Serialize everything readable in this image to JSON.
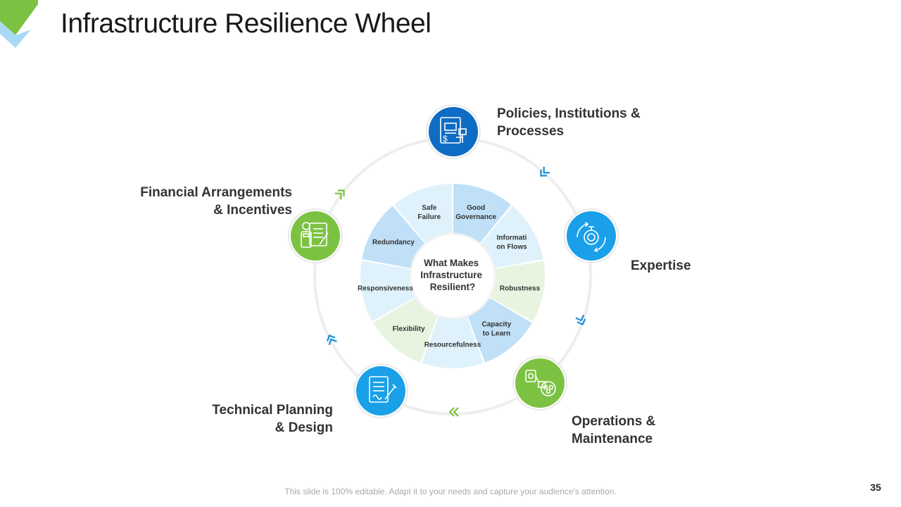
{
  "title": "Infrastructure Resilience Wheel",
  "center": {
    "lines": [
      "What Makes",
      "Infrastructure",
      "Resilient?"
    ]
  },
  "segments": [
    {
      "lines": [
        "Good",
        "Governance"
      ],
      "color": "#bfe0f7"
    },
    {
      "lines": [
        "Informati",
        "on Flows"
      ],
      "color": "#dff2fc"
    },
    {
      "lines": [
        "Robustness"
      ],
      "color": "#e8f4df"
    },
    {
      "lines": [
        "Capacity",
        "to Learn"
      ],
      "color": "#bfe0f7"
    },
    {
      "lines": [
        "Resourcefulness"
      ],
      "color": "#dff2fc"
    },
    {
      "lines": [
        "Flexibility"
      ],
      "color": "#e8f4df"
    },
    {
      "lines": [
        "Responsiveness"
      ],
      "color": "#dff2fc"
    },
    {
      "lines": [
        "Redundancy"
      ],
      "color": "#bfe0f7"
    },
    {
      "lines": [
        "Safe",
        "Failure"
      ],
      "color": "#dff2fc"
    }
  ],
  "outer_nodes": {
    "policies": {
      "lines": [
        "Policies, Institutions &",
        "Processes"
      ],
      "color": "#0f6cc4",
      "icon": "document-dollar-icon"
    },
    "expertise": {
      "lines": [
        "Expertise"
      ],
      "color": "#1aa0e8",
      "icon": "stopwatch-cycle-icon"
    },
    "operations": {
      "lines": [
        "Operations &",
        "Maintenance"
      ],
      "color": "#7cc242",
      "icon": "team-gears-icon"
    },
    "technical": {
      "lines": [
        "Technical Planning",
        "& Design"
      ],
      "color": "#1aa0e8",
      "icon": "signed-document-icon"
    },
    "financial": {
      "lines": [
        "Financial Arrangements",
        "& Incentives"
      ],
      "color": "#7cc242",
      "icon": "calculator-document-icon"
    }
  },
  "footer": "This slide is 100% editable. Adapt it to your needs and capture your audience's attention.",
  "page_number": "35",
  "colors": {
    "ring": "#eeeeee",
    "green_arrow": "#7cc242",
    "blue_arrow": "#1a8fd8"
  }
}
